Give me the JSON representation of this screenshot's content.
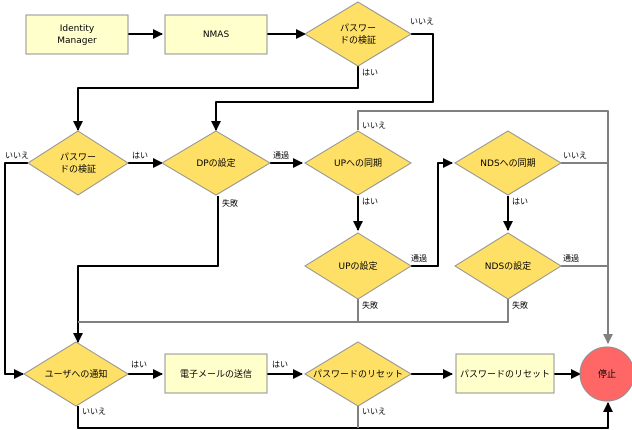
{
  "colors": {
    "process_fill": "#FFFFCC",
    "process_stroke": "#909090",
    "decision_fill": "#FFE066",
    "decision_stroke": "#909090",
    "stop_fill": "#FF6666",
    "stop_stroke": "#909090",
    "edge_main": "#000000",
    "edge_alt": "#808080"
  },
  "nodes": {
    "identity_manager": [
      "Identity",
      "Manager"
    ],
    "nmas": [
      "NMAS"
    ],
    "password_check_1": [
      "パスワー",
      "ドの検証"
    ],
    "password_check_2": [
      "パスワー",
      "ドの検証"
    ],
    "dp_setting": [
      "DPの設定"
    ],
    "up_sync": [
      "UPへの同期"
    ],
    "up_setting": [
      "UPの設定"
    ],
    "nds_sync": [
      "NDSへの同期"
    ],
    "nds_setting": [
      "NDSの設定"
    ],
    "user_notify": [
      "ユーザへの通知"
    ],
    "send_email": [
      "電子メールの送信"
    ],
    "password_reset_decision": [
      "パスワードのリセット"
    ],
    "password_reset_process": [
      "パスワードのリセット"
    ],
    "stop": [
      "停止"
    ]
  },
  "labels": {
    "check1_no": "いいえ",
    "check1_yes": "はい",
    "check2_no": "いいえ",
    "check2_yes": "はい",
    "dp_pass": "通過",
    "dp_fail": "失敗",
    "up_sync_no": "いいえ",
    "up_sync_yes": "はい",
    "up_set_pass": "通過",
    "up_set_fail": "失敗",
    "nds_sync_no": "いいえ",
    "nds_sync_yes": "はい",
    "nds_set_pass": "通過",
    "nds_set_fail": "失敗",
    "notify_yes": "はい",
    "notify_no": "いいえ",
    "email_yes": "はい",
    "reset_no": "いいえ"
  }
}
